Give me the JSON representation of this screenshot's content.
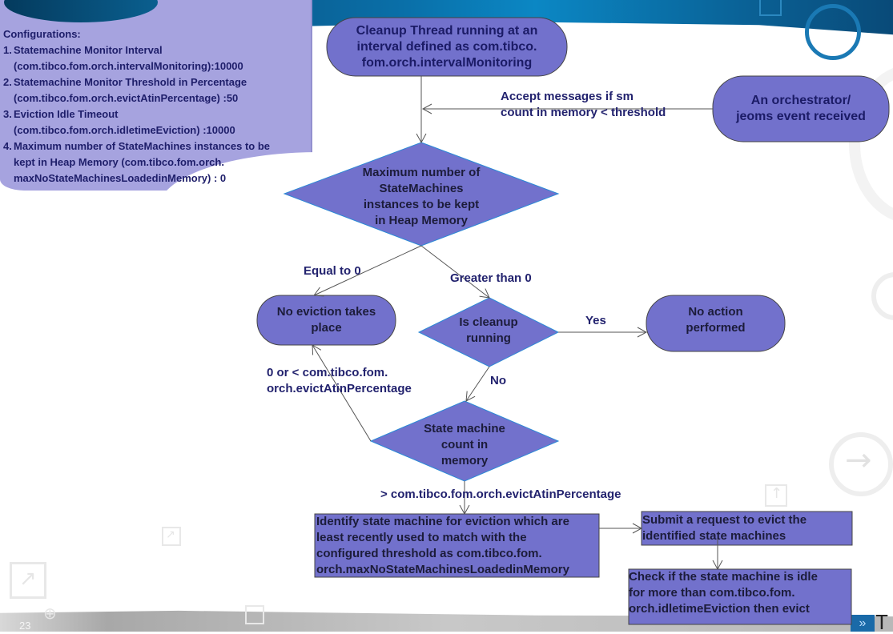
{
  "slide": {
    "page_number": "23",
    "logo_text": "T"
  },
  "config": {
    "heading": "Configurations:",
    "items": [
      {
        "num": "1.",
        "line1": "Statemachine  Monitor Interval",
        "line2": "(com.tibco.fom.orch.intervalMonitoring):10000"
      },
      {
        "num": "2.",
        "line1": "Statemachine  Monitor Threshold in Percentage",
        "line2": "(com.tibco.fom.orch.evictAtinPercentage)  :50"
      },
      {
        "num": "3.",
        "line1": "Eviction Idle Timeout",
        "line2": "(com.tibco.fom.orch.idletimeEviction)  :10000"
      },
      {
        "num": "4.",
        "line1": "Maximum  number  of  StateMachines instances to be",
        "line2": "kept in Heap Memory (com.tibco.fom.orch.",
        "line3": "maxNoStateMachinesLoadedinMemory)  : 0"
      }
    ]
  },
  "nodes": {
    "cleanup_thread": "Cleanup Thread running at an\ninterval defined as com.tibco.\nfom.orch.intervalMonitoring",
    "event_received": "An orchestrator/\njeoms event received",
    "max_decision": "Maximum  number  of\nStateMachines\ninstances to be kept\nin Heap Memory",
    "no_eviction": "No eviction takes\nplace",
    "is_cleanup_running": "Is cleanup\nrunning",
    "no_action": "No action\nperformed",
    "count_decision": "State machine\ncount in\nmemory",
    "identify": "Identify  state machine  for eviction  which are\nleast recently used to match with  the\nconfigured  threshold as com.tibco.fom.\norch.maxNoStateMachinesLoadedinMemory",
    "submit": "Submit a request to evict the\nidentified  state machines",
    "check_idle": "Check if the state machine  is idle\nfor more than com.tibco.fom.\norch.idletimeEviction  then evict"
  },
  "edges": {
    "accept_messages": "Accept messages  if sm\ncount in memory  < threshold",
    "equal_zero": "Equal  to 0",
    "greater_zero": "Greater than 0",
    "yes": "Yes",
    "no": "No",
    "below_threshold": "0 or < com.tibco.fom.\norch.evictAtinPercentage",
    "above_threshold": "> com.tibco.fom.orch.evictAtinPercentage"
  },
  "colors": {
    "node_fill": "#7271cc",
    "panel_fill": "#a6a3df",
    "label_text": "#22226e"
  }
}
